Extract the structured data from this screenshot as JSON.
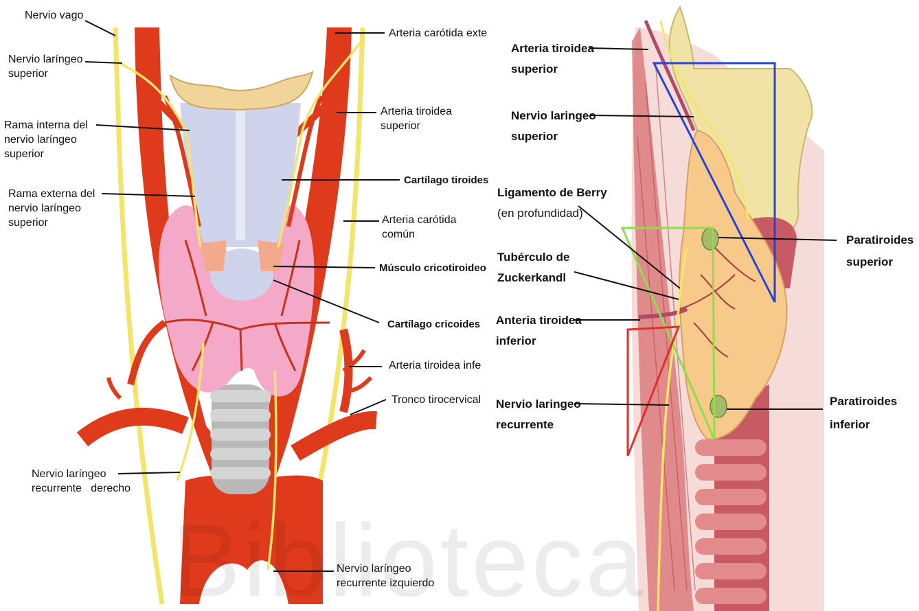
{
  "left_panel": {
    "labels": {
      "nervio_vago": [
        "Nervio vago"
      ],
      "nervio_laringeo_superior": [
        "Nervio laríngeo",
        "superior"
      ],
      "rama_interna": [
        "Rama interna del",
        "nervio laríngeo",
        "superior"
      ],
      "rama_externa": [
        "Rama externa del",
        "nervio laríngeo",
        "superior"
      ],
      "nervio_recurrente_derecho": [
        "Nervio laríngeo",
        "recurrente   derecho"
      ],
      "arteria_carotida_externa": [
        "Arteria carótida exte"
      ],
      "arteria_tiroidea_superior": [
        "Arteria tiroidea",
        "superior"
      ],
      "cartilago_tiroides": [
        "Cartílago tiroides"
      ],
      "arteria_carotida_comun": [
        "Arteria carótida",
        "común"
      ],
      "musculo_cricotiroideo": [
        "Músculo cricotiroideo"
      ],
      "cartilago_cricoides": [
        "Cartílago cricoides"
      ],
      "arteria_tiroidea_inferior": [
        "Arteria tiroidea infe"
      ],
      "tronco_tirocervical": [
        "Tronco tirocervical"
      ],
      "nervio_recurrente_izquierdo": [
        "Nervio laríngeo",
        "recurrente izquierdo"
      ]
    }
  },
  "right_panel": {
    "labels": {
      "arteria_tiroidea_superior": [
        "Arteria tiroidea",
        "superior"
      ],
      "nervio_laringeo_superior": [
        "Nervio laringeo",
        "superior"
      ],
      "ligamento_berry": [
        "Ligamento de Berry",
        "(en profundidad)"
      ],
      "tuberculo_zuckerkandl": [
        "Tubérculo de",
        "Zuckerkandl"
      ],
      "arteria_tiroidea_inferior": [
        "Anteria tiroidea",
        "inferior"
      ],
      "nervio_recurrente": [
        "Nervio laringeo",
        "recurrente"
      ],
      "paratiroides_superior": [
        "Paratiroides",
        "superior"
      ],
      "paratiroides_inferior": [
        "Paratiroides",
        "inferior"
      ]
    }
  },
  "watermark": "Biblioteca",
  "colors": {
    "artery": "#e03a1c",
    "artery_dark": "#b8240f",
    "nerve": "#f3e46a",
    "thyroid_left": "#f4a9c8",
    "thyroid_cartilage": "#cfd3ec",
    "hyoid": "#f0d49a",
    "cricothyroid_muscle": "#f3a98c",
    "trachea": "#c9c9c9",
    "thyroid_right": "#f7c98a",
    "cartilage_right": "#f1e3a6",
    "muscle_right": "#d86f72",
    "parathyroid": "#a7b96a",
    "triangle_blue": "#2444d6",
    "triangle_green": "#8be04a",
    "triangle_red": "#e0302a"
  }
}
